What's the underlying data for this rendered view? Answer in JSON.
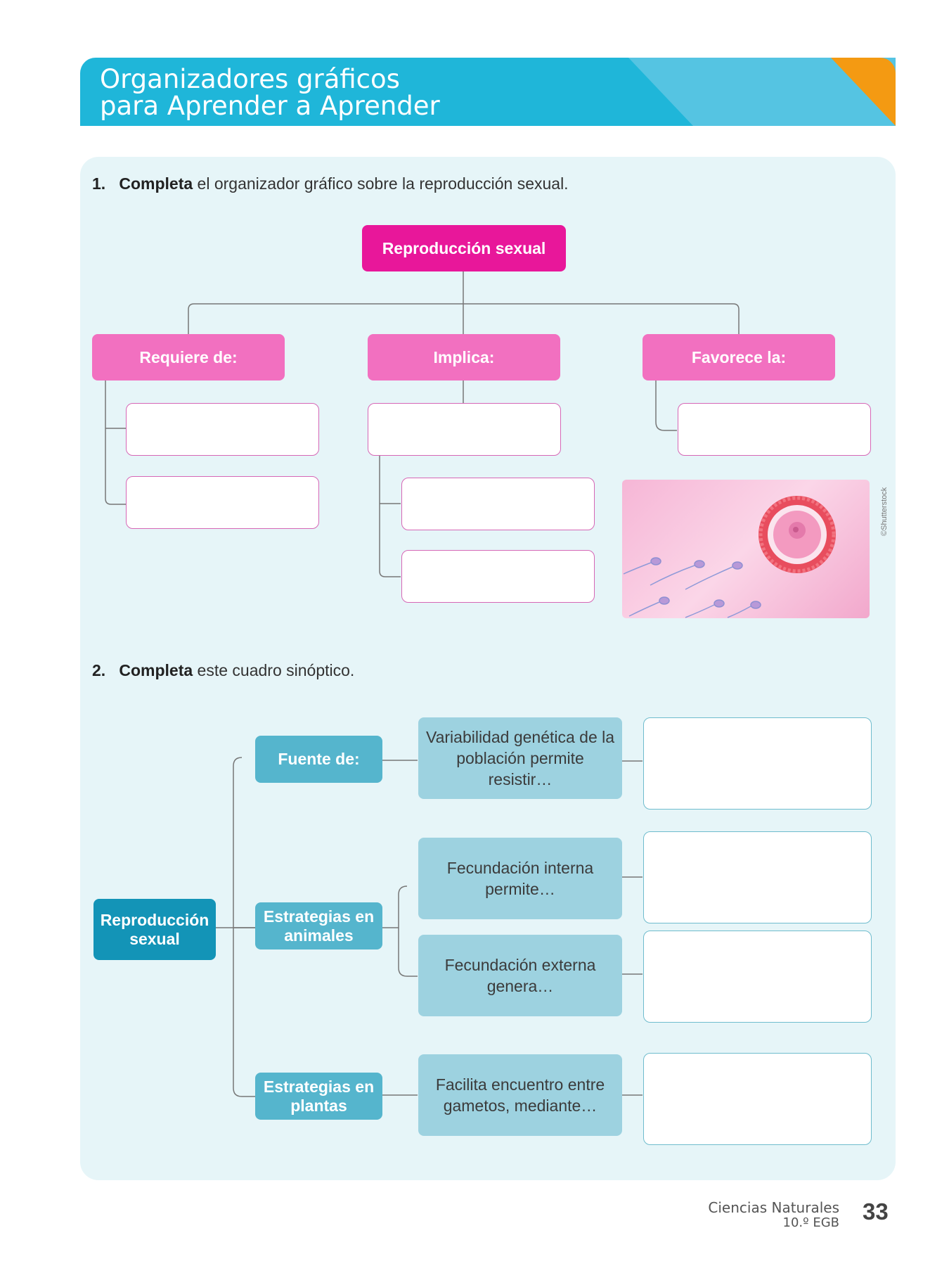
{
  "header": {
    "title_line1": "Organizadores gráficos",
    "title_line2": "para Aprender a Aprender",
    "badge_title": "DUA",
    "badge_subtitle": "Acción y expresión"
  },
  "colors": {
    "banner": "#1fb6d9",
    "badge_corner": "#f49a12",
    "panel": "#e6f5f8",
    "magenta": "#e8179a",
    "pink": "#f270c0",
    "navy": "#1394b7",
    "teal": "#55b5cd",
    "light_teal": "#9dd2e0"
  },
  "exercise1": {
    "number": "1.",
    "verb": "Completa",
    "rest": " el organizador gráfico sobre la reproducción sexual.",
    "root": "Reproducción sexual",
    "branches": [
      "Requiere de:",
      "Implica:",
      "Favorece la:"
    ],
    "image_credit": "©Shutterstock"
  },
  "exercise2": {
    "number": "2.",
    "verb": "Completa",
    "rest": " este cuadro sinóptico.",
    "root": "Reproducción sexual",
    "categories": [
      "Fuente de:",
      "Estrategias en animales",
      "Estrategias en plantas"
    ],
    "prompts": [
      "Variabilidad genética de la población permite resistir…",
      "Fecundación interna permite…",
      "Fecundación externa genera…",
      "Facilita encuentro entre gametos, mediante…"
    ]
  },
  "footer": {
    "subject": "Ciencias Naturales",
    "grade": "10.º EGB",
    "page": "33"
  }
}
